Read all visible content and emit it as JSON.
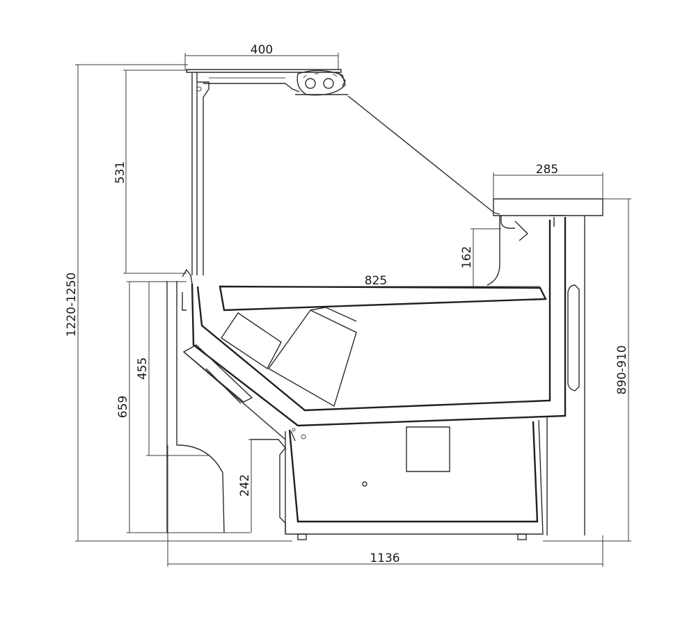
{
  "dimensions": {
    "top_width": "400",
    "total_height": "1220-1250",
    "glass_height": "531",
    "shelf_depth": "285",
    "counter_height": "890-910",
    "rear_opening": "162",
    "display_depth": "825",
    "inner_height": "455",
    "base_height": "659",
    "plinth_height": "242",
    "total_depth": "1136"
  },
  "colors": {
    "line": "#2b2b2b",
    "background": "#ffffff"
  }
}
